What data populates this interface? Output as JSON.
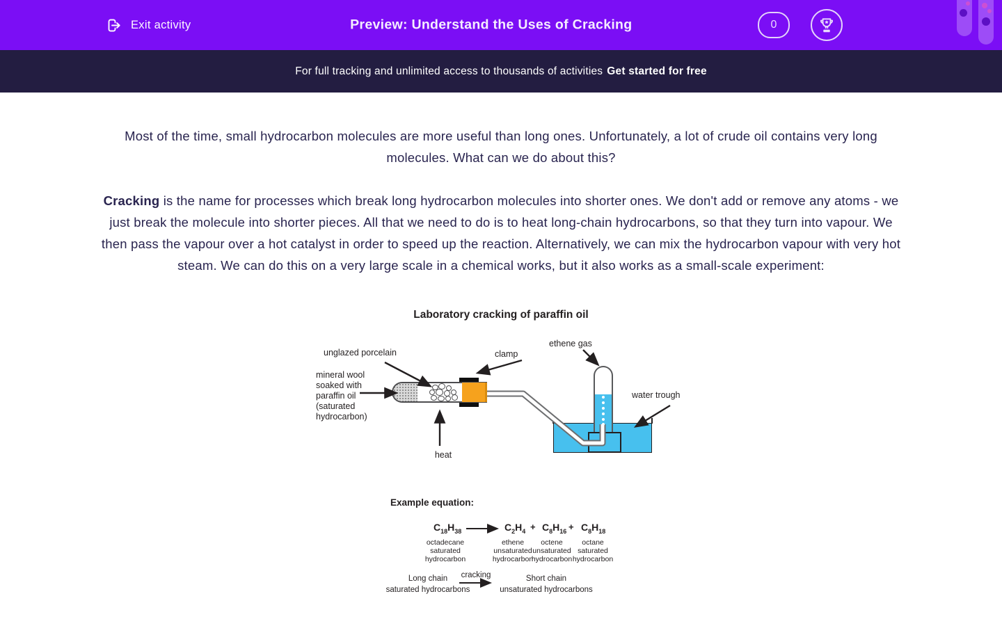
{
  "header": {
    "exit_label": "Exit activity",
    "title": "Preview: Understand the Uses of Cracking",
    "score": "0"
  },
  "banner": {
    "text": "For full tracking and unlimited access to thousands of activities",
    "cta": "Get started for free"
  },
  "content": {
    "para1": "Most of the time, small hydrocarbon molecules are more useful than long ones. Unfortunately, a lot of crude oil contains very long molecules. What can we do about this?",
    "para2_bold": "Cracking",
    "para2_rest": " is the name for processes which break long hydrocarbon molecules into shorter ones. We don't add or remove any atoms -  we just break the molecule into shorter pieces. All that we need to do is to heat long-chain hydrocarbons, so that they turn into vapour. We then pass the vapour over a hot catalyst in order to speed up the reaction. Alternatively, we can mix the hydrocarbon vapour with very hot steam. We can do this on a very large scale in a chemical works, but it also works as a small-scale experiment:"
  },
  "diagram": {
    "title": "Laboratory cracking of paraffin oil",
    "labels": {
      "unglazed_porcelain": "unglazed porcelain",
      "clamp": "clamp",
      "ethene_gas": "ethene gas",
      "mineral_wool_lines": [
        "mineral wool",
        "soaked with",
        "paraffin oil",
        "(saturated",
        "hydrocarbon)"
      ],
      "water_trough": "water trough",
      "heat": "heat"
    },
    "colors": {
      "water_blue": "#47c0ee",
      "clamp_orange": "#f6a21d",
      "header_purple": "#7b0ef5",
      "banner_navy": "#231d41"
    },
    "equation": {
      "heading": "Example equation:",
      "plus": "+",
      "species": [
        {
          "sym1": "C",
          "sub1": "18",
          "sym2": "H",
          "sub2": "38",
          "name": "octadecane",
          "sat": "saturated",
          "hc": "hydrocarbon"
        },
        {
          "sym1": "C",
          "sub1": "2",
          "sym2": "H",
          "sub2": "4",
          "name": "ethene",
          "sat": "unsaturated",
          "hc": "hydrocarbon"
        },
        {
          "sym1": "C",
          "sub1": "8",
          "sym2": "H",
          "sub2": "16",
          "name": "octene",
          "sat": "unsaturated",
          "hc": "hydrocarbon"
        },
        {
          "sym1": "C",
          "sub1": "8",
          "sym2": "H",
          "sub2": "18",
          "name": "octane",
          "sat": "saturated",
          "hc": "hydrocarbon"
        }
      ],
      "summary": {
        "left_line1": "Long chain",
        "left_line2": "saturated hydrocarbons",
        "arrow_label": "cracking",
        "right_line1": "Short chain",
        "right_line2": "unsaturated hydrocarbons"
      }
    }
  }
}
